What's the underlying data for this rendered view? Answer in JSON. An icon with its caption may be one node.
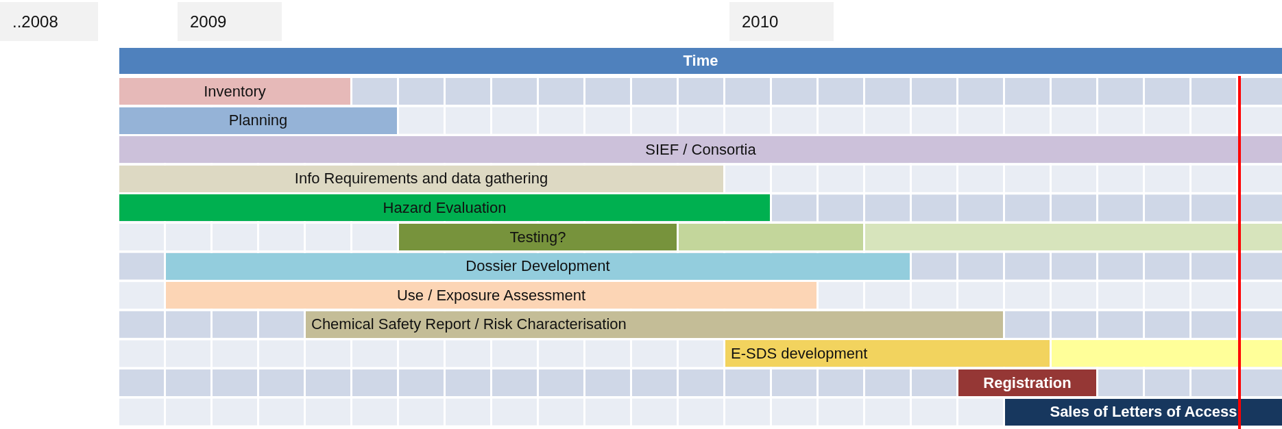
{
  "diagram": {
    "nodes": [
      {
        "text": [
          "..2008"
        ]
      },
      {
        "text": [
          "2009"
        ]
      },
      {
        "text": [
          "2010"
        ]
      },
      {
        "text": [
          "Time"
        ]
      },
      {
        "text": [
          "Inventory"
        ]
      },
      {
        "text": [
          "Planning"
        ]
      },
      {
        "text": [
          "SIEF / Consortia"
        ]
      },
      {
        "text": [
          "Info Requirements and data gathering"
        ]
      },
      {
        "text": [
          "Hazard Evaluation"
        ]
      },
      {
        "text": [
          "Testing?"
        ]
      },
      {
        "text": [],
        "shape": "bar"
      },
      {
        "text": [],
        "shape": "bar"
      },
      {
        "text": [
          "Dossier Development"
        ]
      },
      {
        "text": [
          "Use / Exposure Assessment"
        ]
      },
      {
        "text": [
          "Chemical Safety Report / Risk Characterisation"
        ]
      },
      {
        "text": [
          "E-SDS development"
        ]
      },
      {
        "text": [],
        "shape": "bar"
      },
      {
        "text": [
          "Registration"
        ]
      },
      {
        "text": [
          "Sales of Letters of Access"
        ]
      }
    ]
  }
}
